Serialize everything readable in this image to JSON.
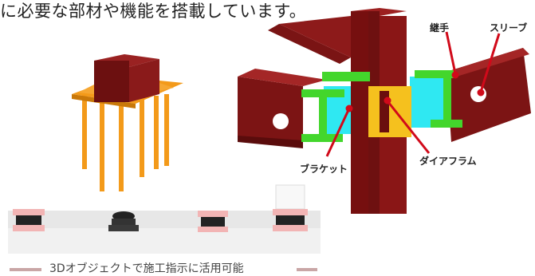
{
  "headline": "に必要な部材や機能を搭載しています。",
  "caption": "3Dオブジェクトで施工指示に活用可能",
  "labels": {
    "joint": "継手",
    "sleeve": "スリーブ",
    "bracket": "ブラケット",
    "diaphragm": "ダイアフラム"
  },
  "colors": {
    "steel": "#7a1414",
    "anchor": "#f39a1a",
    "bracket_green": "#43d62c",
    "plate_cyan": "#2fe8f2",
    "diaphragm_yellow": "#f5c11e",
    "label_line": "#d10a1a"
  }
}
